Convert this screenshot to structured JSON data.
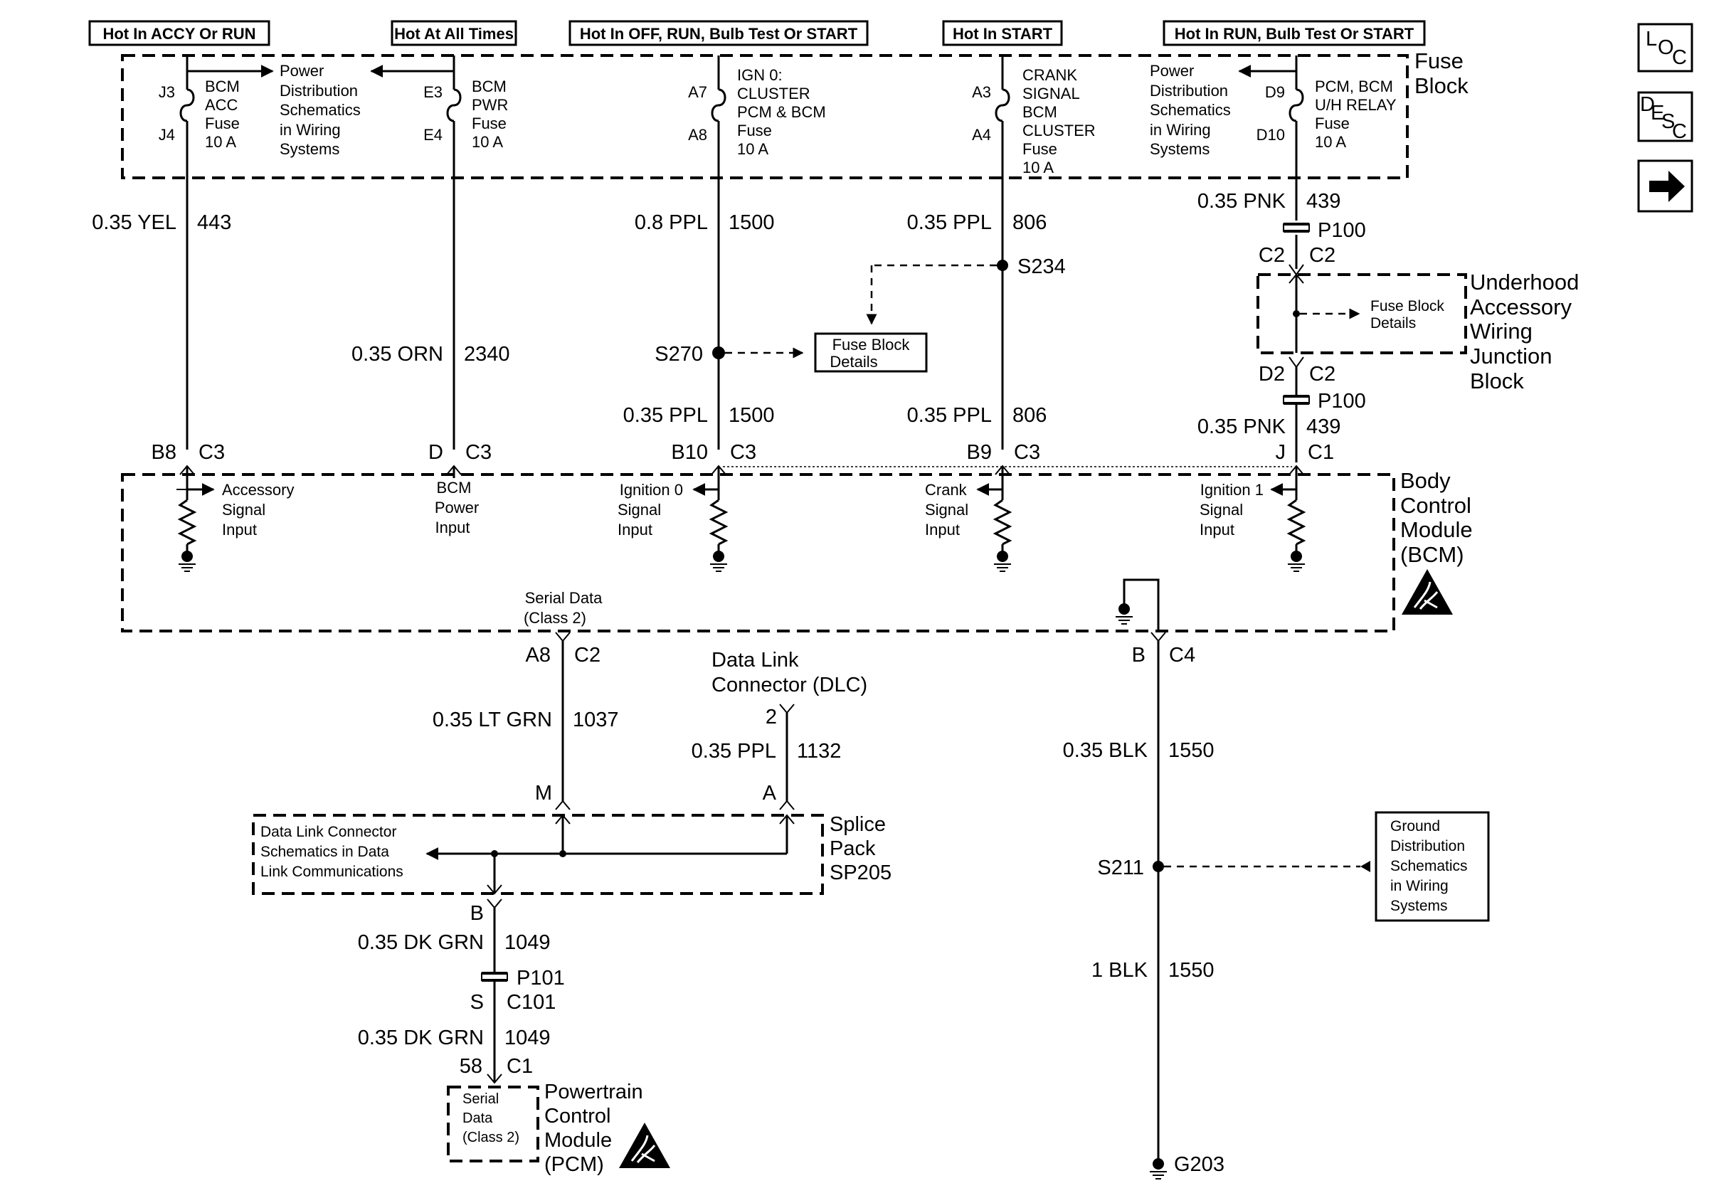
{
  "headers": {
    "h1": "Hot In ACCY Or RUN",
    "h2": "Hot At All Times",
    "h3": "Hot In OFF, RUN, Bulb Test Or START",
    "h4": "Hot In START",
    "h5": "Hot In RUN, Bulb Test Or START"
  },
  "side_icons": {
    "loc": "LOC",
    "desc": "DESC",
    "next": "→"
  },
  "fuse_block": {
    "title": [
      "Fuse",
      "Block"
    ],
    "f1": {
      "top": "J3",
      "bottom": "J4",
      "lines": [
        "BCM",
        "ACC",
        "Fuse",
        "10 A"
      ]
    },
    "f2": {
      "top": "E3",
      "bottom": "E4",
      "lines": [
        "BCM",
        "PWR",
        "Fuse",
        "10 A"
      ]
    },
    "f3": {
      "top": "A7",
      "bottom": "A8",
      "lines": [
        "IGN 0:",
        "CLUSTER",
        "PCM & BCM",
        "Fuse",
        "10 A"
      ]
    },
    "f4": {
      "top": "A3",
      "bottom": "A4",
      "lines": [
        "CRANK",
        "SIGNAL",
        "BCM",
        "CLUSTER",
        "Fuse",
        "10 A"
      ]
    },
    "f5": {
      "top": "D9",
      "bottom": "D10",
      "lines": [
        "PCM, BCM",
        "U/H RELAY",
        "Fuse",
        "10 A"
      ]
    },
    "pd_left": [
      "Power",
      "Distribution",
      "Schematics",
      "in Wiring",
      "Systems"
    ],
    "pd_right": [
      "Power",
      "Distribution",
      "Schematics",
      "in Wiring",
      "Systems"
    ]
  },
  "wires": {
    "w443": {
      "gauge": "0.35 YEL",
      "circuit": "443"
    },
    "w2340": {
      "gauge": "0.35 ORN",
      "circuit": "2340"
    },
    "w1500a": {
      "gauge": "0.8 PPL",
      "circuit": "1500"
    },
    "w1500b": {
      "gauge": "0.35 PPL",
      "circuit": "1500"
    },
    "w806a": {
      "gauge": "0.35 PPL",
      "circuit": "806"
    },
    "w806b": {
      "gauge": "0.35 PPL",
      "circuit": "806"
    },
    "w439a": {
      "gauge": "0.35 PNK",
      "circuit": "439"
    },
    "w439b": {
      "gauge": "0.35 PNK",
      "circuit": "439"
    },
    "w1037": {
      "gauge": "0.35 LT GRN",
      "circuit": "1037"
    },
    "w1132": {
      "gauge": "0.35 PPL",
      "circuit": "1132"
    },
    "w1049a": {
      "gauge": "0.35 DK GRN",
      "circuit": "1049"
    },
    "w1049b": {
      "gauge": "0.35 DK GRN",
      "circuit": "1049"
    },
    "w1550a": {
      "gauge": "0.35 BLK",
      "circuit": "1550"
    },
    "w1550b": {
      "gauge": "1 BLK",
      "circuit": "1550"
    }
  },
  "splices": {
    "s234": "S234",
    "s270": "S270",
    "s211": "S211"
  },
  "ref_boxes": {
    "fbd": [
      "Fuse Block",
      "Details"
    ],
    "uh_fbd": [
      "Fuse Block",
      "Details"
    ],
    "gnd": [
      "Ground",
      "Distribution",
      "Schematics",
      "in Wiring",
      "Systems"
    ]
  },
  "p100": {
    "upper_left": "C2",
    "upper_right": "C2",
    "upper_name": "P100",
    "lower_left": "D2",
    "lower_right": "C2",
    "lower_name": "P100"
  },
  "underhood": {
    "title": [
      "Underhood",
      "Accessory",
      "Wiring",
      "Junction",
      "Block"
    ]
  },
  "bcm": {
    "title": [
      "Body",
      "Control",
      "Module",
      "(BCM)"
    ],
    "pins": [
      {
        "pin": "B8",
        "conn": "C3"
      },
      {
        "pin": "D",
        "conn": "C3"
      },
      {
        "pin": "B10",
        "conn": "C3"
      },
      {
        "pin": "B9",
        "conn": "C3"
      },
      {
        "pin": "J",
        "conn": "C1"
      }
    ],
    "inputs": {
      "acc": [
        "Accessory",
        "Signal",
        "Input"
      ],
      "pwr": [
        "BCM",
        "Power",
        "Input"
      ],
      "ign0": [
        "Ignition 0",
        "Signal",
        "Input"
      ],
      "crank": [
        "Crank",
        "Signal",
        "Input"
      ],
      "ign1": [
        "Ignition 1",
        "Signal",
        "Input"
      ]
    },
    "serial": [
      "Serial Data",
      "(Class 2)"
    ],
    "serial_pin": {
      "pin": "A8",
      "conn": "C2"
    },
    "ground_pin": {
      "pin": "B",
      "conn": "C4"
    }
  },
  "dlc": {
    "title": [
      "Data Link",
      "Connector (DLC)"
    ],
    "pin": "2"
  },
  "splice_pack": {
    "title": [
      "Splice",
      "Pack",
      "SP205"
    ],
    "ref": [
      "Data Link Connector",
      "Schematics in Data",
      "Link Communications"
    ],
    "pin_m": "M",
    "pin_a": "A",
    "pin_b": "B"
  },
  "p101": {
    "name": "P101",
    "pin": "S",
    "conn": "C101"
  },
  "pcm": {
    "pin": "58",
    "conn": "C1",
    "inner": [
      "Serial",
      "Data",
      "(Class 2)"
    ],
    "title": [
      "Powertrain",
      "Control",
      "Module",
      "(PCM)"
    ]
  },
  "ground": {
    "name": "G203"
  }
}
